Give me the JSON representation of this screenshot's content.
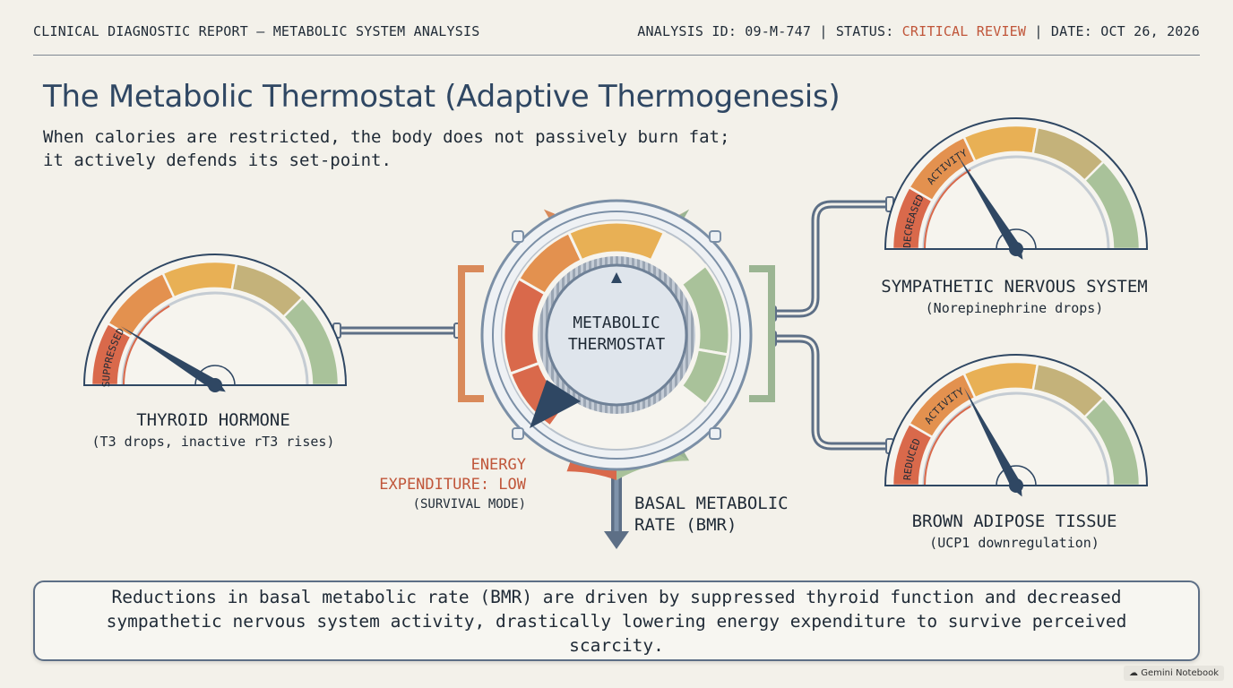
{
  "header": {
    "left": "CLINICAL DIAGNOSTIC REPORT – METABOLIC SYSTEM ANALYSIS",
    "analysis_prefix": "ANALYSIS ID: 09-M-747 | STATUS: ",
    "status": "CRITICAL REVIEW",
    "date_text": " | DATE: OCT 26, 2026"
  },
  "title": "The Metabolic Thermostat (Adaptive Thermogenesis)",
  "subtitle_line1": "When calories are restricted, the body does not passively burn fat;",
  "subtitle_line2": "it actively defends its set-point.",
  "thermostat": {
    "label_line1": "METABOLIC",
    "label_line2": "THERMOSTAT"
  },
  "energy": {
    "line1": "ENERGY",
    "line2": "EXPENDITURE: LOW",
    "line3": "(SURVIVAL MODE)"
  },
  "bmr": {
    "line1": "BASAL METABOLIC",
    "line2": "RATE (BMR)"
  },
  "gauges": {
    "thyroid": {
      "title": "THYROID HORMONE",
      "subtitle": "(T3 drops, inactive rT3 rises)",
      "arc_label": "SUPPRESSED"
    },
    "sympathetic": {
      "title": "SYMPATHETIC NERVOUS SYSTEM",
      "subtitle": "(Norepinephrine drops)",
      "arc_label_low": "DECREASED",
      "arc_label_top": "ACTIVITY"
    },
    "brown": {
      "title": "BROWN ADIPOSE TISSUE",
      "subtitle": "(UCP1 downregulation)",
      "arc_label_low": "REDUCED",
      "arc_label_top": "ACTIVITY"
    }
  },
  "summary": "Reductions in basal metabolic rate (BMR) are driven by suppressed thyroid function and decreased sympathetic nervous system activity, drastically lowering energy expenditure to survive perceived scarcity.",
  "watermark": "Gemini Notebook",
  "colors": {
    "red": "#d9694b",
    "orange": "#e3914f",
    "yellow": "#e8b055",
    "olive": "#c4b27a",
    "green": "#a9c29a",
    "navy": "#2f4763",
    "critical": "#c0563a"
  }
}
